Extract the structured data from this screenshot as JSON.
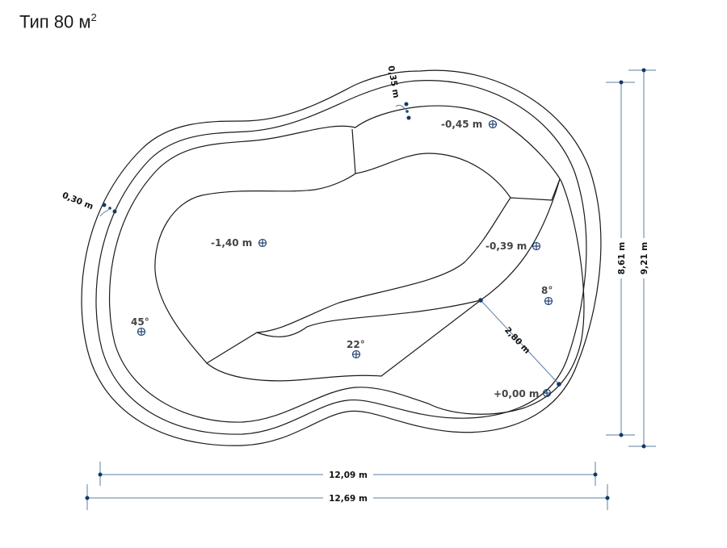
{
  "title": {
    "main": "Тип 80 м",
    "sup": "2"
  },
  "dimensions": {
    "inner_width": "12,09 m",
    "outer_width": "12,69 m",
    "inner_height": "8,61 m",
    "outer_height": "9,21 m",
    "wall_left": "0,30 m",
    "wall_top": "0,35 m",
    "slope_length": "2,80 m"
  },
  "markers": [
    {
      "label": "-0,45 m"
    },
    {
      "label": "-1,40 m"
    },
    {
      "label": "-0,39 m"
    },
    {
      "label": "8°"
    },
    {
      "label": "45°"
    },
    {
      "label": "22°"
    },
    {
      "label": "+0,00 m"
    }
  ],
  "colors": {
    "outline": "#1a1a1a",
    "dimension_line": "#5b7fa6",
    "marker": "#12376b"
  }
}
